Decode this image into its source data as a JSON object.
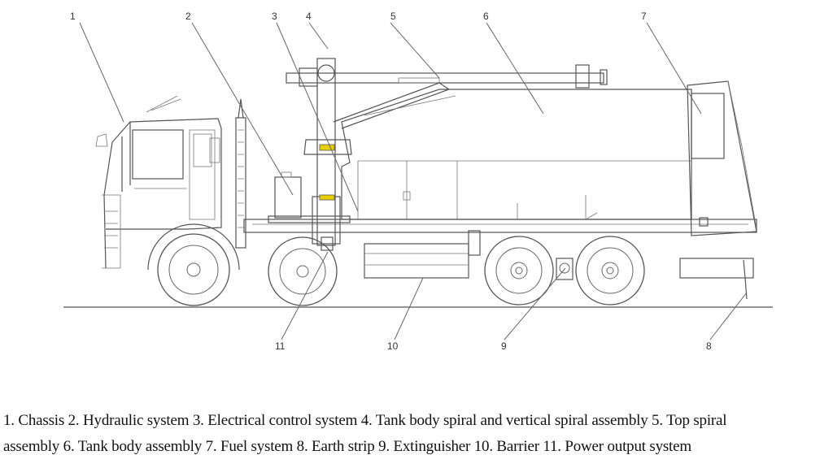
{
  "callouts": [
    "1",
    "2",
    "3",
    "4",
    "5",
    "6",
    "7",
    "8",
    "9",
    "10",
    "11"
  ],
  "legend": {
    "line1": "1.  Chassis 2. Hydraulic system    3. Electrical control system    4. Tank body spiral and vertical spiral assembly 5. Top spiral",
    "line2": "assembly    6. Tank body assembly    7. Fuel system    8. Earth strip    9. Extinguisher    10. Barrier    11. Power output system"
  },
  "colors": {
    "line": "#555555",
    "accent": "#e8d000",
    "background": "#ffffff"
  }
}
